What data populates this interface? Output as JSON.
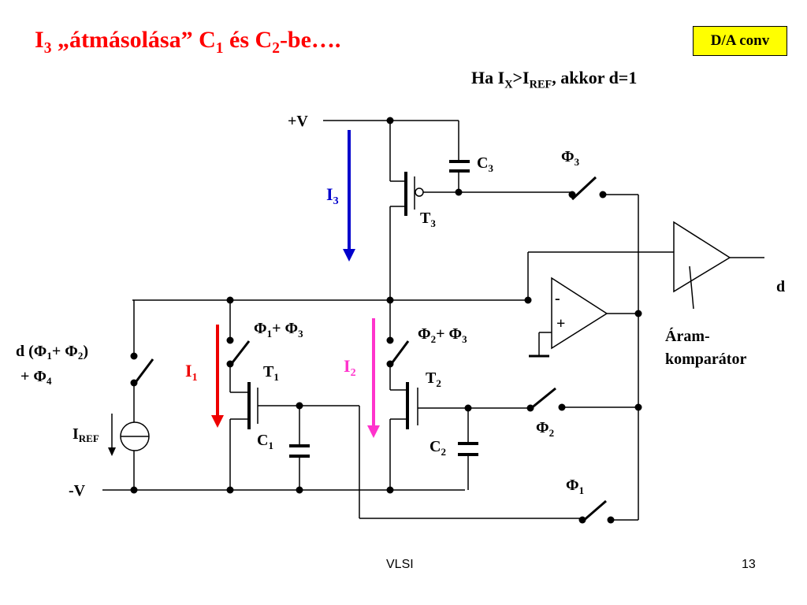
{
  "slide": {
    "title_parts": [
      "I",
      "3",
      " „átmásolása” C",
      "1",
      " és C",
      "2",
      "-be…."
    ],
    "tag": "D/A conv",
    "condition_parts": [
      "Ha I",
      "X",
      ">I",
      "REF",
      ", akkor d=1"
    ],
    "footer_center": "VLSI",
    "page_number": "13"
  },
  "diagram": {
    "supply_pos": "+V",
    "supply_neg": "-V",
    "output_label": "d",
    "comparator_label_line1": "Áram-",
    "comparator_label_line2": "komparátor",
    "opamp_minus": "-",
    "opamp_plus": "+",
    "iref": [
      "I",
      "REF"
    ],
    "left_switch": {
      "line1": [
        "d (Φ",
        "1",
        "+ Φ",
        "2",
        ")"
      ],
      "line2": [
        "+ Φ",
        "4"
      ]
    },
    "currents": [
      {
        "id": "I3",
        "main": "I",
        "sub": "3",
        "color": "#0000cc"
      },
      {
        "id": "I1",
        "main": "I",
        "sub": "1",
        "color": "#ee0000"
      },
      {
        "id": "I2",
        "main": "I",
        "sub": "2",
        "color": "#ff33cc"
      }
    ],
    "transistors": {
      "T1": [
        "T",
        "1"
      ],
      "T2": [
        "T",
        "2"
      ],
      "T3": [
        "T",
        "3"
      ]
    },
    "capacitors": {
      "C1": [
        "C",
        "1"
      ],
      "C2": [
        "C",
        "2"
      ],
      "C3": [
        "C",
        "3"
      ]
    },
    "switch_labels": {
      "phi3": [
        "Φ",
        "3"
      ],
      "phi2": [
        "Φ",
        "2"
      ],
      "phi1": [
        "Φ",
        "1"
      ],
      "t1_switch": [
        "Φ",
        "1",
        "+ Φ",
        "3"
      ],
      "t2_switch": [
        "Φ",
        "2",
        "+ Φ",
        "3"
      ]
    }
  }
}
